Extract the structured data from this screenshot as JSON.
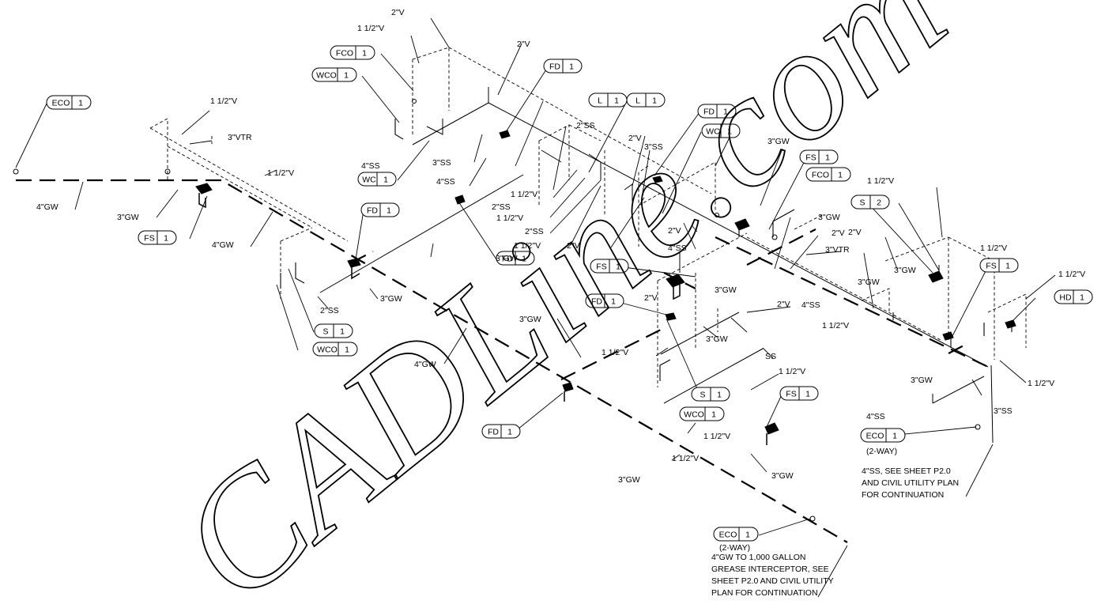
{
  "watermark": "CADLine.com",
  "tags": [
    {
      "code": "ECO",
      "num": "1"
    },
    {
      "code": "FS",
      "num": "1"
    },
    {
      "code": "FCO",
      "num": "1"
    },
    {
      "code": "WCO",
      "num": "1"
    },
    {
      "code": "WC",
      "num": "1"
    },
    {
      "code": "FD",
      "num": "1"
    },
    {
      "code": "FD",
      "num": "1"
    },
    {
      "code": "L",
      "num": "1"
    },
    {
      "code": "L",
      "num": "1"
    },
    {
      "code": "FD",
      "num": "1"
    },
    {
      "code": "WC",
      "num": "1"
    },
    {
      "code": "FS",
      "num": "1"
    },
    {
      "code": "FCO",
      "num": "1"
    },
    {
      "code": "S",
      "num": "2"
    },
    {
      "code": "FD",
      "num": "1"
    },
    {
      "code": "S",
      "num": "1"
    },
    {
      "code": "WCO",
      "num": "1"
    },
    {
      "code": "FS",
      "num": "1"
    },
    {
      "code": "FD",
      "num": "1"
    },
    {
      "code": "FS",
      "num": "1"
    },
    {
      "code": "HD",
      "num": "1"
    },
    {
      "code": "S",
      "num": "1"
    },
    {
      "code": "WCO",
      "num": "1"
    },
    {
      "code": "FS",
      "num": "1"
    },
    {
      "code": "FD",
      "num": "1"
    },
    {
      "code": "ECO",
      "num": "1"
    },
    {
      "code": "ECO",
      "num": "1"
    }
  ],
  "labels": [
    "2\"V",
    "1 1/2\"V",
    "2\"V",
    "1 1/2\"V",
    "3\"VTR",
    "1 1/2\"V",
    "4\"GW",
    "3\"GW",
    "4\"GW",
    "4\"SS",
    "3\"SS",
    "4\"SS",
    "1 1/2\"V",
    "2\"SS",
    "2\"SS",
    "1 1/2\"V",
    "2\"SS",
    "1 1/2\"V",
    "2\"V",
    "3\"SS",
    "2\"V",
    "3\"GW",
    "3\"GW",
    "2\"V",
    "2\"V",
    "3\"VTR",
    "1 1/2\"V",
    "1 1/2\"V",
    "1 1/2\"V",
    "3\"GW",
    "2\"SS",
    "3\"GW",
    "2\"V",
    "4\"SS",
    "3\"GW",
    "4\"SS",
    "2\"V",
    "2\"V",
    "4\"GW",
    "3\"GW",
    "3\"GW",
    "1 1/2\"V",
    "3\"GW",
    "1 1/2\"V",
    "4\"SS",
    "3\"SS",
    "1 1/2\"V",
    "SS",
    "3\"GW",
    "1 1/2\"V",
    "3\"GW",
    "1 1/2\"V",
    "3\"GW",
    "3\"GW",
    "1 1/2\"V",
    "(2-WAY)",
    "(2-WAY)"
  ],
  "notes": {
    "ss_note": [
      "4\"SS, SEE SHEET P2.0",
      "AND CIVIL UTILITY PLAN",
      "FOR CONTINUATION"
    ],
    "gw_note": [
      "4\"GW TO 1,000 GALLON",
      "GREASE INTERCEPTOR, SEE",
      "SHEET P2.0 AND CIVIL UTILITY",
      "PLAN FOR CONTINUATION"
    ]
  }
}
